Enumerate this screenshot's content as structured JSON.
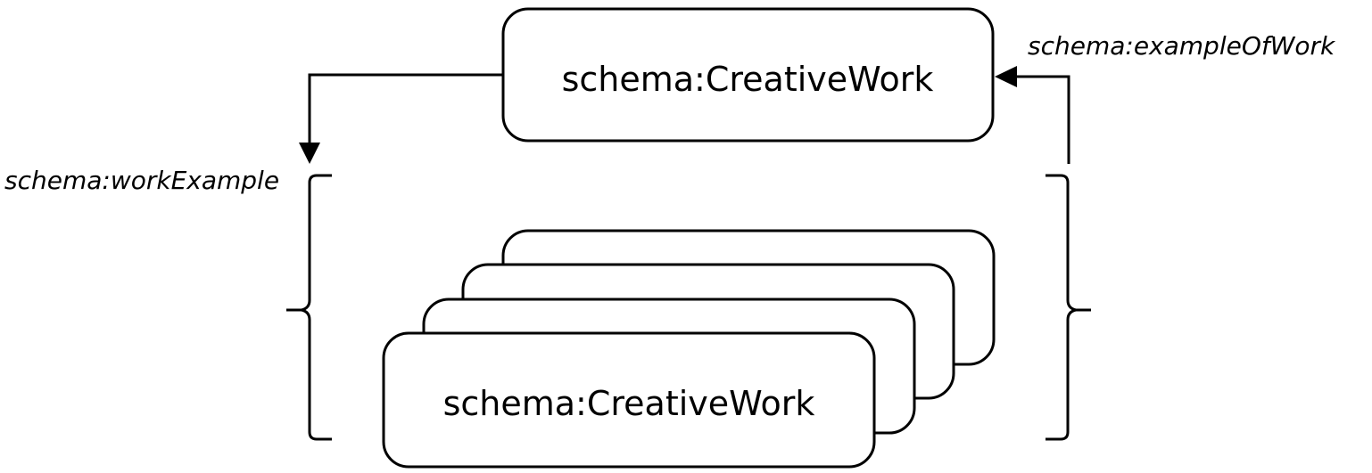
{
  "diagram": {
    "top_node": {
      "label": "schema:CreativeWork"
    },
    "bottom_node": {
      "label": "schema:CreativeWork"
    },
    "edges": {
      "work_example": {
        "label": "schema:workExample"
      },
      "example_of_work": {
        "label": "schema:exampleOfWork"
      }
    }
  }
}
